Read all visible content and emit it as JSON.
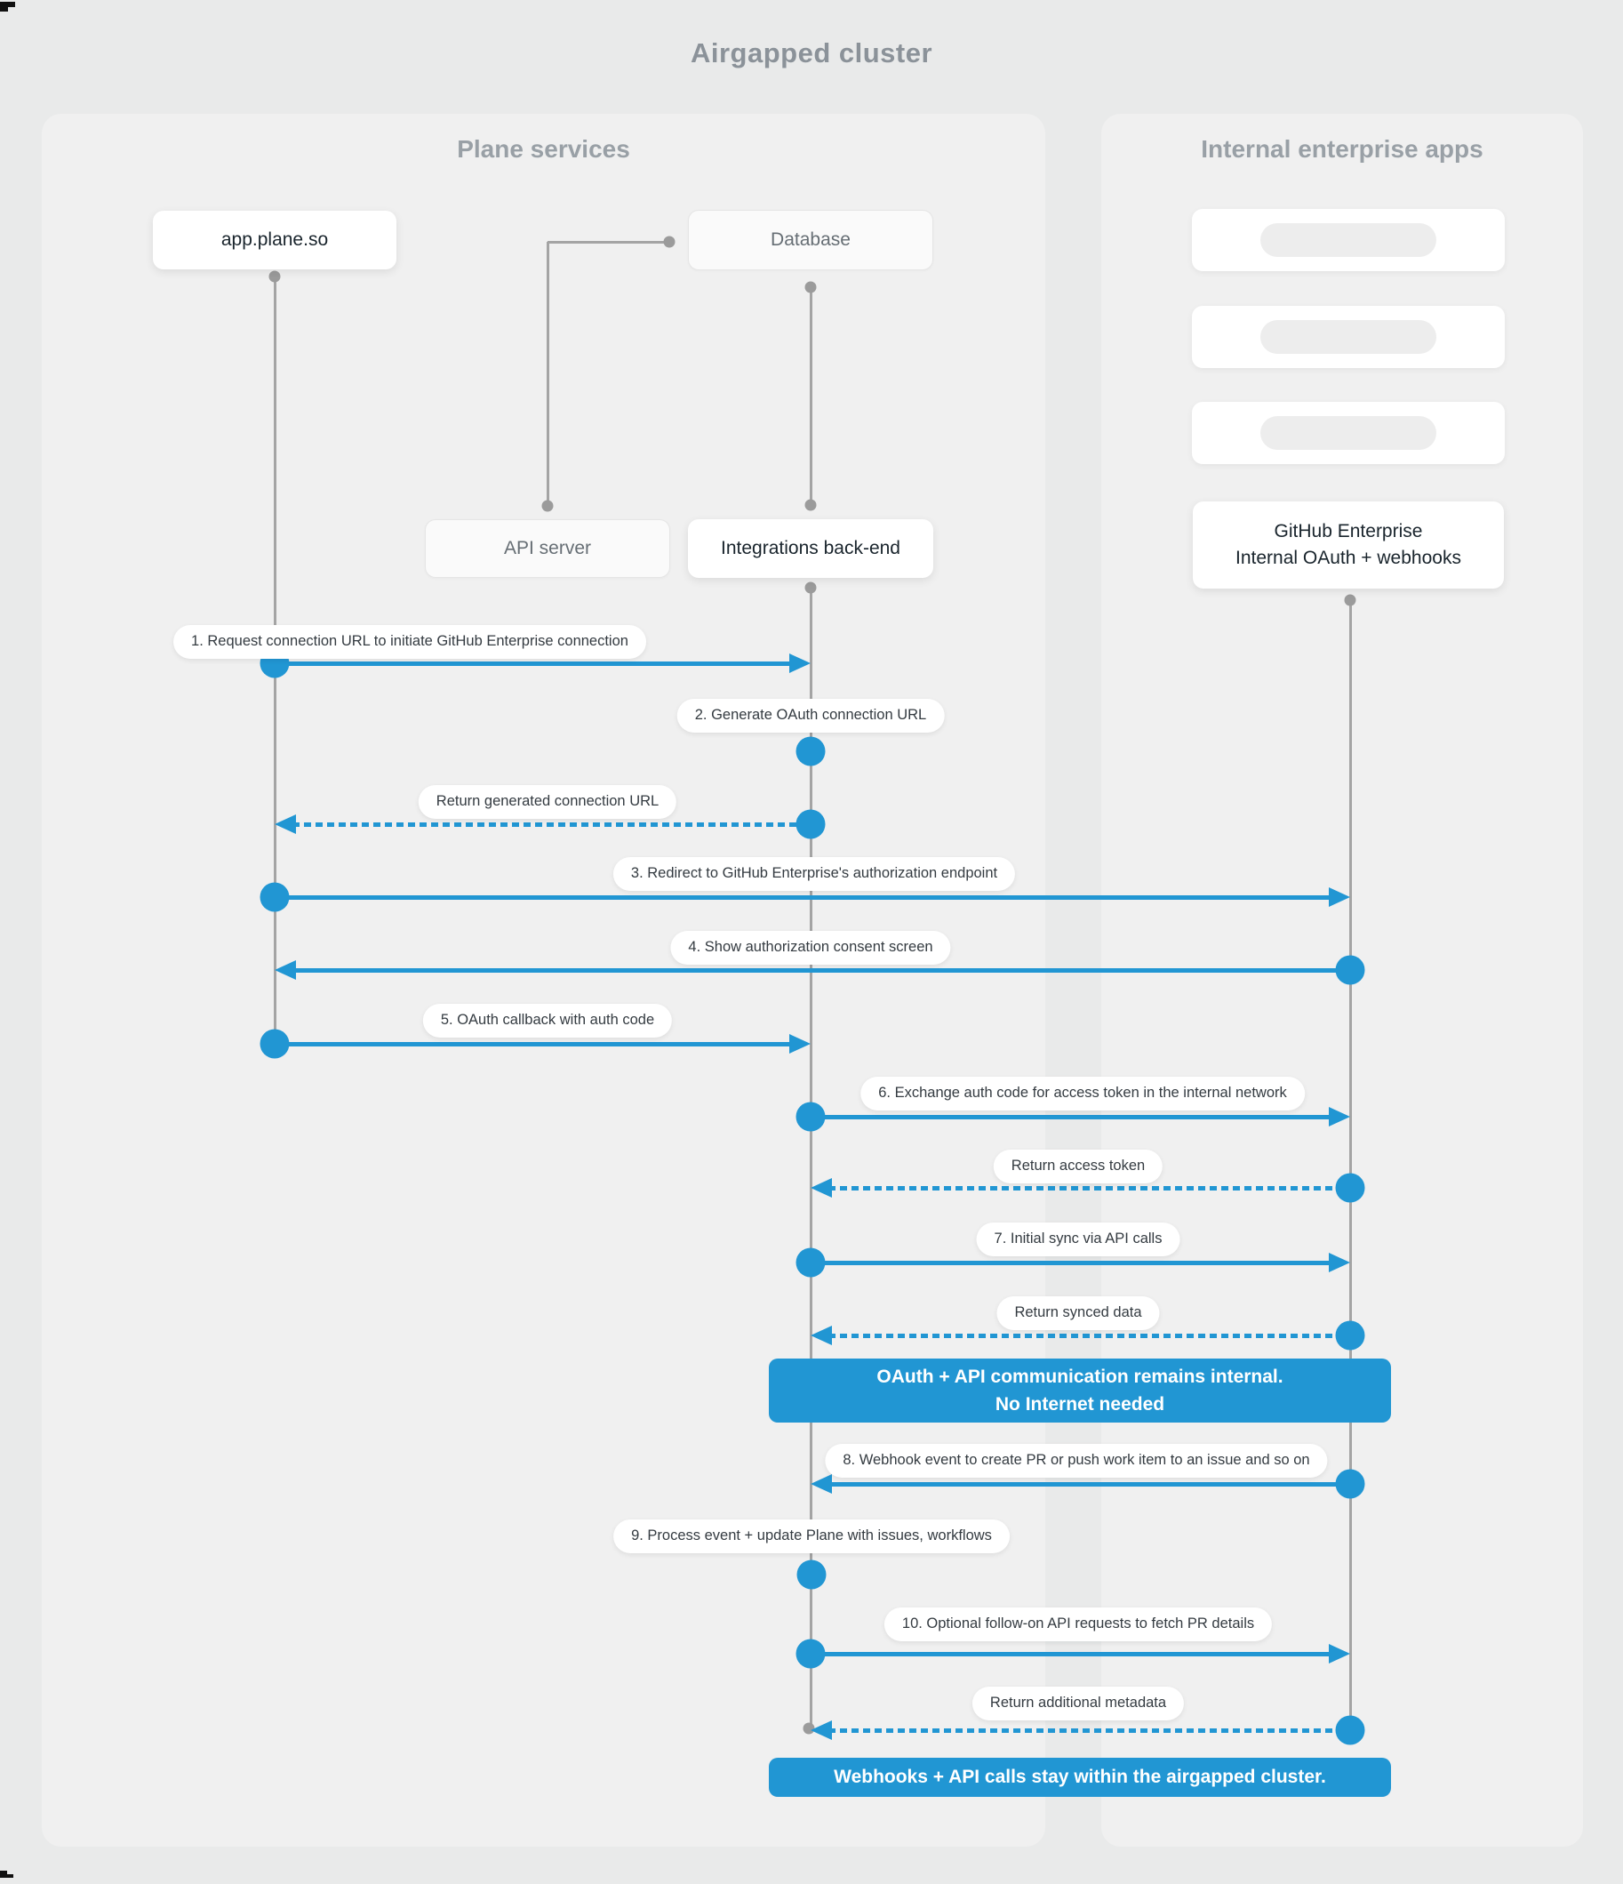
{
  "title": "Airgapped cluster",
  "panels": {
    "plane": {
      "header": "Plane services"
    },
    "internal": {
      "header": "Internal enterprise apps"
    }
  },
  "actors": {
    "app": {
      "label": "app.plane.so"
    },
    "database": {
      "label": "Database"
    },
    "api_server": {
      "label": "API server"
    },
    "integrations": {
      "label": "Integrations back-end"
    },
    "github": {
      "line1": "GitHub Enterprise",
      "line2": "Internal OAuth + webhooks"
    }
  },
  "placeholders": {
    "count": 3
  },
  "messages": [
    {
      "label": "1. Request connection URL to initiate GitHub Enterprise connection",
      "from": "app.plane.so",
      "to": "Integrations back-end",
      "style": "solid"
    },
    {
      "label": "2. Generate OAuth connection URL",
      "from": "Integrations back-end",
      "to": "Integrations back-end",
      "style": "self"
    },
    {
      "label": "Return generated connection URL",
      "from": "Integrations back-end",
      "to": "app.plane.so",
      "style": "dashed"
    },
    {
      "label": "3. Redirect to GitHub Enterprise's authorization endpoint",
      "from": "app.plane.so",
      "to": "GitHub Enterprise",
      "style": "solid"
    },
    {
      "label": "4. Show authorization consent screen",
      "from": "GitHub Enterprise",
      "to": "app.plane.so",
      "style": "solid"
    },
    {
      "label": "5. OAuth callback with auth code",
      "from": "app.plane.so",
      "to": "Integrations back-end",
      "style": "solid"
    },
    {
      "label": "6. Exchange auth code for access token in the internal network",
      "from": "Integrations back-end",
      "to": "GitHub Enterprise",
      "style": "solid"
    },
    {
      "label": "Return access token",
      "from": "GitHub Enterprise",
      "to": "Integrations back-end",
      "style": "dashed"
    },
    {
      "label": "7. Initial sync via API calls",
      "from": "Integrations back-end",
      "to": "GitHub Enterprise",
      "style": "solid"
    },
    {
      "label": "Return synced data",
      "from": "GitHub Enterprise",
      "to": "Integrations back-end",
      "style": "dashed"
    },
    {
      "label": "8. Webhook event to create PR  or push work item to an issue  and so on",
      "from": "GitHub Enterprise",
      "to": "Integrations back-end",
      "style": "solid"
    },
    {
      "label": "9. Process event + update Plane with issues, workflows",
      "from": "Integrations back-end",
      "to": "Integrations back-end",
      "style": "self"
    },
    {
      "label": "10. Optional follow-on API requests to fetch PR details",
      "from": "Integrations back-end",
      "to": "GitHub Enterprise",
      "style": "solid"
    },
    {
      "label": "Return additional metadata",
      "from": "GitHub Enterprise",
      "to": "Integrations back-end",
      "style": "dashed"
    }
  ],
  "banners": [
    {
      "line1": "OAuth + API communication remains internal.",
      "line2": "No Internet needed"
    },
    {
      "line1": "Webhooks + API calls stay within the airgapped cluster."
    }
  ],
  "colors": {
    "accent_blue": "#2196d3",
    "banner_blue": "#2196d3",
    "lifeline_gray": "#a4a4a4",
    "dot_gray": "#9b9b9b",
    "page_bg": "#e9eaea",
    "panel_bg": "#f0f0f0"
  }
}
